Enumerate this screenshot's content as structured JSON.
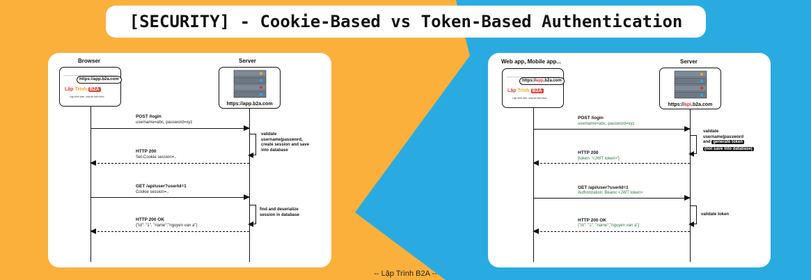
{
  "title": "[SECURITY] - Cookie-Based vs Token-Based Authentication",
  "colors": {
    "left_bg": "#FBB03B",
    "right_bg": "#29ABE2",
    "highlight": "#D33333",
    "green_text": "#2B7A3B"
  },
  "footer": "-- Lập Trình B2A --",
  "browser_logo": {
    "part1": "Lập",
    "part2": "Trình",
    "badge": "B2A",
    "tagline": "Lập trình viên, chia sẻ kiến thức"
  },
  "cookie": {
    "client_label": "Browser",
    "server_label": "Server",
    "client_url": "https://app.b2a.com",
    "server_url": "https://app.b2a.com",
    "messages": {
      "login_title": "POST /login",
      "login_body": "username=abc, password=xyz",
      "validate_note": [
        "validate",
        "username|password,",
        "create session and save",
        "into database"
      ],
      "resp1_title": "HTTP 200",
      "resp1_body": "Set-Cookie session=..",
      "get_title": "GET /api/user?userId=1",
      "get_body": "Cookie session=..",
      "find_note": [
        "find and deserialize",
        "session in database"
      ],
      "resp2_title": "HTTP 200 OK",
      "resp2_body": "{\"id\": \"1\", \"name\":\"nguyen van a\"}"
    }
  },
  "token": {
    "client_label": "Web app, Mobile app...",
    "server_label": "Server",
    "client_url_pre": "https://",
    "client_url_hl": "app",
    "client_url_post": ".b2a.com",
    "server_url_pre": "https://",
    "server_url_hl": "api",
    "server_url_post": ".b2a.com",
    "messages": {
      "login_title": "POST /login",
      "login_body": "username=abc, password=xyz",
      "validate_line1": "validate",
      "validate_line2": "username|password",
      "validate_and": "and",
      "validate_tag": "generate token",
      "validate_tag2": "(not save into database)",
      "resp1_title": "HTTP 200",
      "resp1_body": "{token: '<JWT token>'}",
      "get_title": "GET /api/user?userId=1",
      "get_body": "Authorization: Bearer <JWT token>",
      "validate_token_note": "validate token",
      "resp2_title": "HTTP 200 OK",
      "resp2_body": "{\"id\": \"1\", \"name\":\"nguyen van a\"}"
    }
  }
}
